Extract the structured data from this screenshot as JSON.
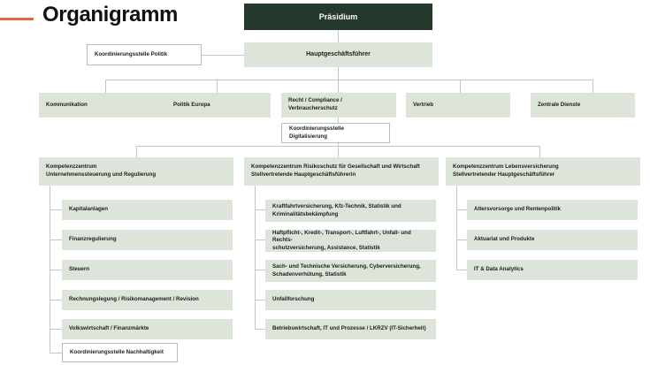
{
  "header": {
    "title": "Organigramm",
    "accent_color": "#e8643c"
  },
  "colors": {
    "box_fill": "#dde4d9",
    "top_box_fill": "#25382c",
    "top_box_text": "#ffffff",
    "text": "#17211a",
    "connector": "#c3c7c1",
    "outline_box_fill": "#ffffff",
    "outline_box_border": "#b9bdb7"
  },
  "chart": {
    "top": {
      "label": "Präsidium"
    },
    "ceo": {
      "label": "Hauptgeschäftsführer"
    },
    "coordination_politics": {
      "label": "Koordinierungsstelle Politik"
    },
    "departments": [
      {
        "label": "Kommunikation"
      },
      {
        "label": "Politik Europa"
      },
      {
        "label": "Recht / Compliance / Verbraucherschutz"
      },
      {
        "label": "Vertrieb"
      },
      {
        "label": "Zentrale Dienste"
      }
    ],
    "coordination_digitalisation": {
      "line1": "Koordinierungsstelle",
      "line2": "Digitalisierung"
    },
    "competence_centers": [
      {
        "line1": "Kompetenzzentrum",
        "line2": "Unternehmenssteuerung und Regulierung",
        "children": [
          {
            "line1": "Kapitalanlagen",
            "line2": "",
            "style": "filled"
          },
          {
            "line1": "Finanzregulierung",
            "line2": "",
            "style": "filled"
          },
          {
            "line1": "Steuern",
            "line2": "",
            "style": "filled"
          },
          {
            "line1": "Rechnungslegung / Risikomanagement / Revision",
            "line2": "",
            "style": "filled"
          },
          {
            "line1": "Volkswirtschaft / Finanzmärkte",
            "line2": "",
            "style": "filled"
          },
          {
            "line1": "Koordinierungsstelle Nachhaltigkeit",
            "line2": "",
            "style": "outline"
          }
        ]
      },
      {
        "line1": "Kompetenzzentrum Risikoschutz für Gesellschaft und Wirtschaft",
        "line2": "Stellvertretende Hauptgeschäftsführerin",
        "children": [
          {
            "line1": "Kraftfahrtversicherung, Kfz-Technik, Statistik und",
            "line2": "Kriminalitätsbekämpfung",
            "style": "filled"
          },
          {
            "line1": "Haftpflicht-, Kredit-, Transport-, Luftfahrt-, Unfall- und Rechts-",
            "line2": "schutzversicherung, Assistance, Statistik",
            "style": "filled"
          },
          {
            "line1": "Sach- und Technische Versicherung, Cyberversicherung,",
            "line2": "Schadenverhütung, Statistik",
            "style": "filled"
          },
          {
            "line1": "Unfallforschung",
            "line2": "",
            "style": "filled"
          },
          {
            "line1": "Betriebswirtschaft, IT und Prozesse / LKRZV (IT-Sicherheit)",
            "line2": "",
            "style": "filled"
          }
        ]
      },
      {
        "line1": "Kompetenzzentrum Lebensversicherung",
        "line2": "Stellvertretender Hauptgeschäftsführer",
        "children": [
          {
            "line1": "Altersvorsorge und Rentenpolitik",
            "line2": "",
            "style": "filled"
          },
          {
            "line1": "Aktuariat und Produkte",
            "line2": "",
            "style": "filled"
          },
          {
            "line1": "IT & Data Analytics",
            "line2": "",
            "style": "filled"
          }
        ]
      }
    ]
  }
}
